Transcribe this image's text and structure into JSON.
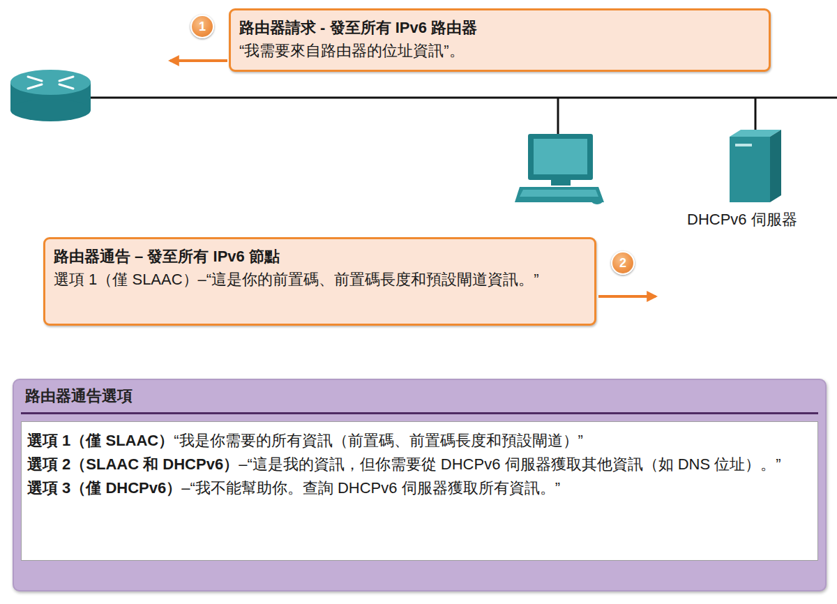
{
  "diagram": {
    "nodes": [
      {
        "text": [
          "路由器請求 - 發至所有 IPv6 路由器",
          "“我需要來自路由器的位址資訊”。"
        ]
      },
      {
        "text": [
          "路由器通告 – 發至所有 IPv6 節點",
          "選項 1（僅 SLAAC）–“這是你的前置碼、前置碼長度和預設閘道資訊。”"
        ]
      },
      {
        "text": [
          "路由器通告選項",
          "選項 1（僅 SLAAC）",
          "“我是你需要的所有資訊（前置碼、前置碼長度和預設閘道）”",
          "選項 2（SLAAC 和 DHCPv6）",
          "–“這是我的資訊，但你需要從 DHCPv6 伺服器獲取其他資訊（如 DNS 位址）。”",
          "選項 3（僅 DHCPv6）",
          "–“我不能幫助你。查詢 DHCPv6 伺服器獲取所有資訊。”"
        ]
      }
    ],
    "labels": [
      "1",
      "2",
      "DHCPv6 伺服器"
    ]
  }
}
